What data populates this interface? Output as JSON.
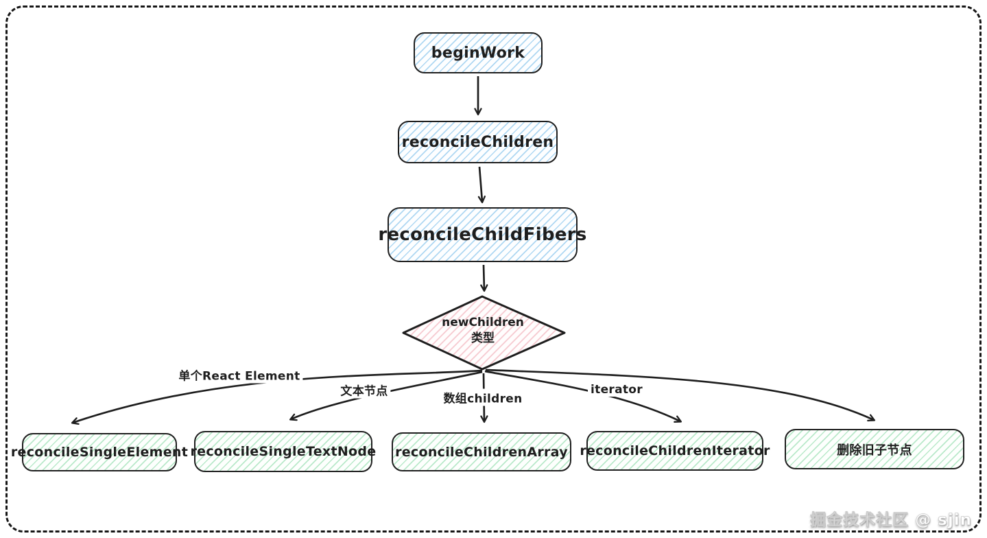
{
  "canvas": {
    "background": "#ffffff",
    "frame_border_color": "#161616"
  },
  "colors": {
    "stroke": "#1e1e1e",
    "blue_hatch": "#aed7f2",
    "green_hatch": "#b9e9ca",
    "pink_hatch": "#f6c6cd"
  },
  "nodes": {
    "begin_work": {
      "label": "beginWork"
    },
    "reconcile_children": {
      "label": "reconcileChildren"
    },
    "reconcile_child_fibers": {
      "label": "reconcileChildFibers"
    },
    "new_children_decision": {
      "line1": "newChildren",
      "line2": "类型"
    },
    "reconcile_single_element": {
      "label": "reconcileSingleElement"
    },
    "reconcile_single_text_node": {
      "label": "reconcileSingleTextNode"
    },
    "reconcile_children_array": {
      "label": "reconcileChildrenArray"
    },
    "reconcile_children_iterator": {
      "label": "reconcileChildrenIterator"
    },
    "delete_old_child_nodes": {
      "label": "删除旧子节点"
    }
  },
  "edge_labels": {
    "single_react_element": "单个React Element",
    "text_node": "文本节点",
    "array_children": "数组children",
    "iterator": "iterator"
  },
  "watermark": {
    "text": "掘金技术社区 @ sjin"
  }
}
